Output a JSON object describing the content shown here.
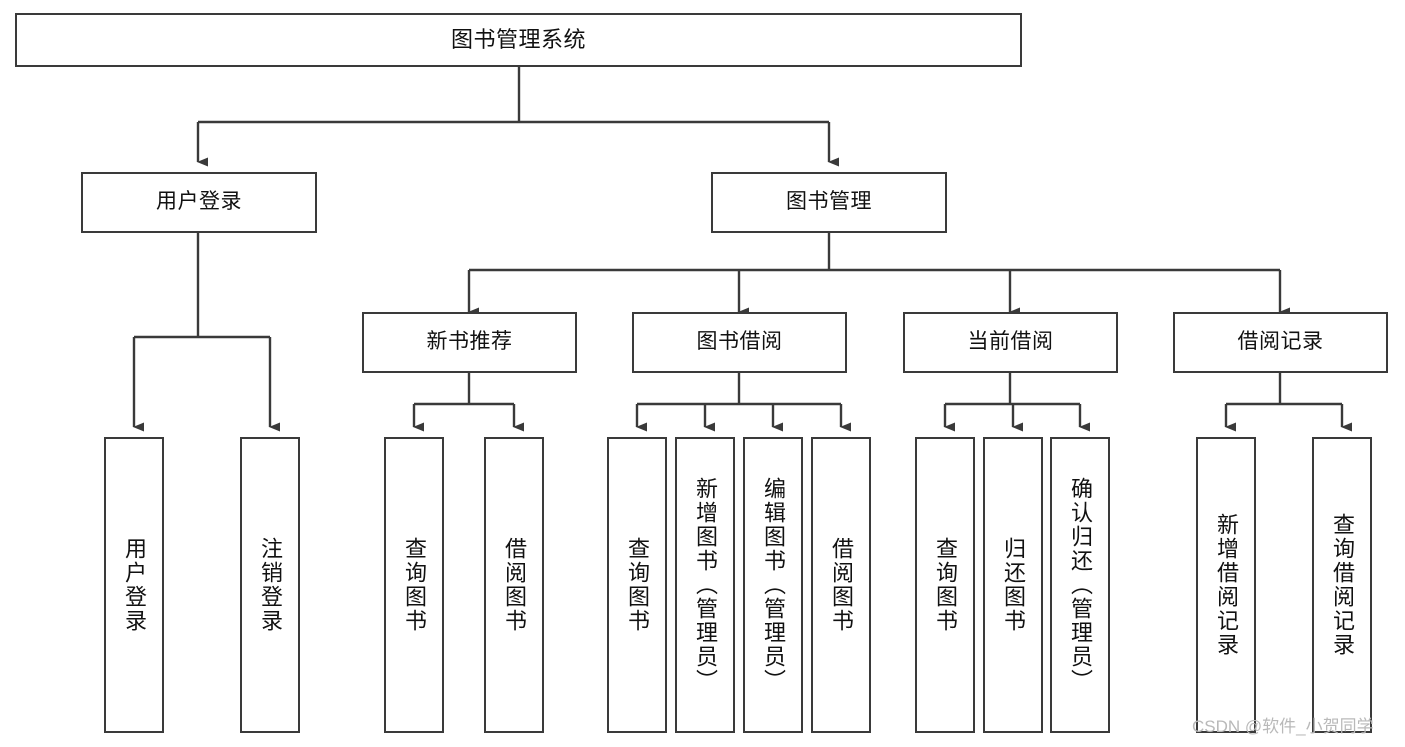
{
  "diagram": {
    "title": "图书管理系统",
    "type": "tree-hierarchy",
    "watermark": "CSDN @软件_小贺同学",
    "theme": {
      "background": "#ffffff",
      "box_border": "#3a3a3a",
      "box_fill": "#ffffff",
      "text": "#111111",
      "edge": "#3a3a3a",
      "watermark": "#b9b9b9"
    },
    "root": {
      "id": "root",
      "label": "图书管理系统"
    },
    "level1": [
      {
        "id": "user-login",
        "label": "用户登录"
      },
      {
        "id": "book-manage",
        "label": "图书管理"
      }
    ],
    "level2": [
      {
        "id": "new-book-recommend",
        "label": "新书推荐",
        "parent": "book-manage"
      },
      {
        "id": "book-borrow",
        "label": "图书借阅",
        "parent": "book-manage"
      },
      {
        "id": "current-borrow",
        "label": "当前借阅",
        "parent": "book-manage"
      },
      {
        "id": "borrow-record",
        "label": "借阅记录",
        "parent": "book-manage"
      }
    ],
    "leaves": [
      {
        "id": "leaf-user-login",
        "label": "用户登录",
        "parent": "user-login"
      },
      {
        "id": "leaf-user-logout",
        "label": "注销登录",
        "parent": "user-login"
      },
      {
        "id": "leaf-query-book-1",
        "label": "查询图书",
        "parent": "new-book-recommend"
      },
      {
        "id": "leaf-borrow-book-1",
        "label": "借阅图书",
        "parent": "new-book-recommend"
      },
      {
        "id": "leaf-query-book-2",
        "label": "查询图书",
        "parent": "book-borrow"
      },
      {
        "id": "leaf-add-book",
        "label": "新增图书（管理员）",
        "parent": "book-borrow"
      },
      {
        "id": "leaf-edit-book",
        "label": "编辑图书（管理员）",
        "parent": "book-borrow"
      },
      {
        "id": "leaf-borrow-book-2",
        "label": "借阅图书",
        "parent": "book-borrow"
      },
      {
        "id": "leaf-query-book-3",
        "label": "查询图书",
        "parent": "current-borrow"
      },
      {
        "id": "leaf-return-book",
        "label": "归还图书",
        "parent": "current-borrow"
      },
      {
        "id": "leaf-confirm-return",
        "label": "确认归还（管理员）",
        "parent": "current-borrow"
      },
      {
        "id": "leaf-add-record",
        "label": "新增借阅记录",
        "parent": "borrow-record"
      },
      {
        "id": "leaf-query-record",
        "label": "查询借阅记录",
        "parent": "borrow-record"
      }
    ]
  }
}
